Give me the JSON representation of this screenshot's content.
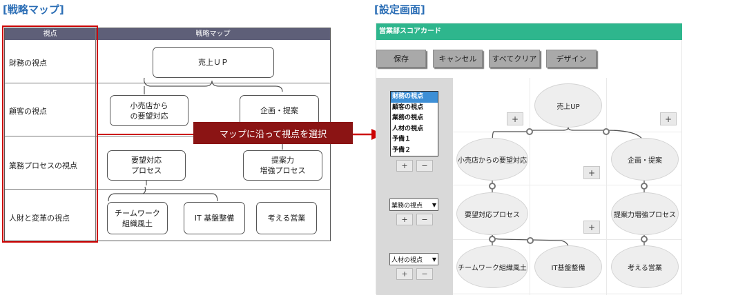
{
  "left": {
    "title": "[戦略マップ]",
    "header_perspective": "視点",
    "header_map": "戦略マップ",
    "rows": [
      "財務の視点",
      "顧客の視点",
      "業務プロセスの視点",
      "人財と変革の視点"
    ],
    "nodes": {
      "sales_up": "売上ＵＰ",
      "retail": "小売店から\nの要望対応",
      "proposal": "企画・提案",
      "request_process": "要望対応\nプロセス",
      "proposal_power": "提案力\n増強プロセス",
      "teamwork": "チームワーク\n組織風土",
      "it": "IT 基盤整備",
      "thinking_sales": "考える営業"
    }
  },
  "callout": "マップに沿って視点を選択",
  "right": {
    "title": "[設定画面]",
    "header": "営業部スコアカード",
    "toolbar": {
      "save": "保存",
      "cancel": "キャンセル",
      "clear_all": "すべてクリア",
      "design": "デザイン"
    },
    "dropdown_options": [
      "財務の視点",
      "顧客の視点",
      "業務の視点",
      "人材の視点",
      "予備１",
      "予備２"
    ],
    "selects": [
      "業務の視点",
      "人材の視点"
    ],
    "plus": "+",
    "minus": "−",
    "nodes": {
      "sales_up": "売上UP",
      "retail": "小売店からの要望対応",
      "proposal": "企画・提案",
      "request_process": "要望対応プロセス",
      "proposal_power": "提案力増強プロセス",
      "teamwork": "チームワーク組織風土",
      "it": "IT基盤整備",
      "thinking_sales": "考える営業"
    },
    "colors": {
      "header": "#2eb68d",
      "callout": "#8b1414",
      "highlight": "#cc0000",
      "dropdown_selected": "#3d8fd6"
    }
  }
}
